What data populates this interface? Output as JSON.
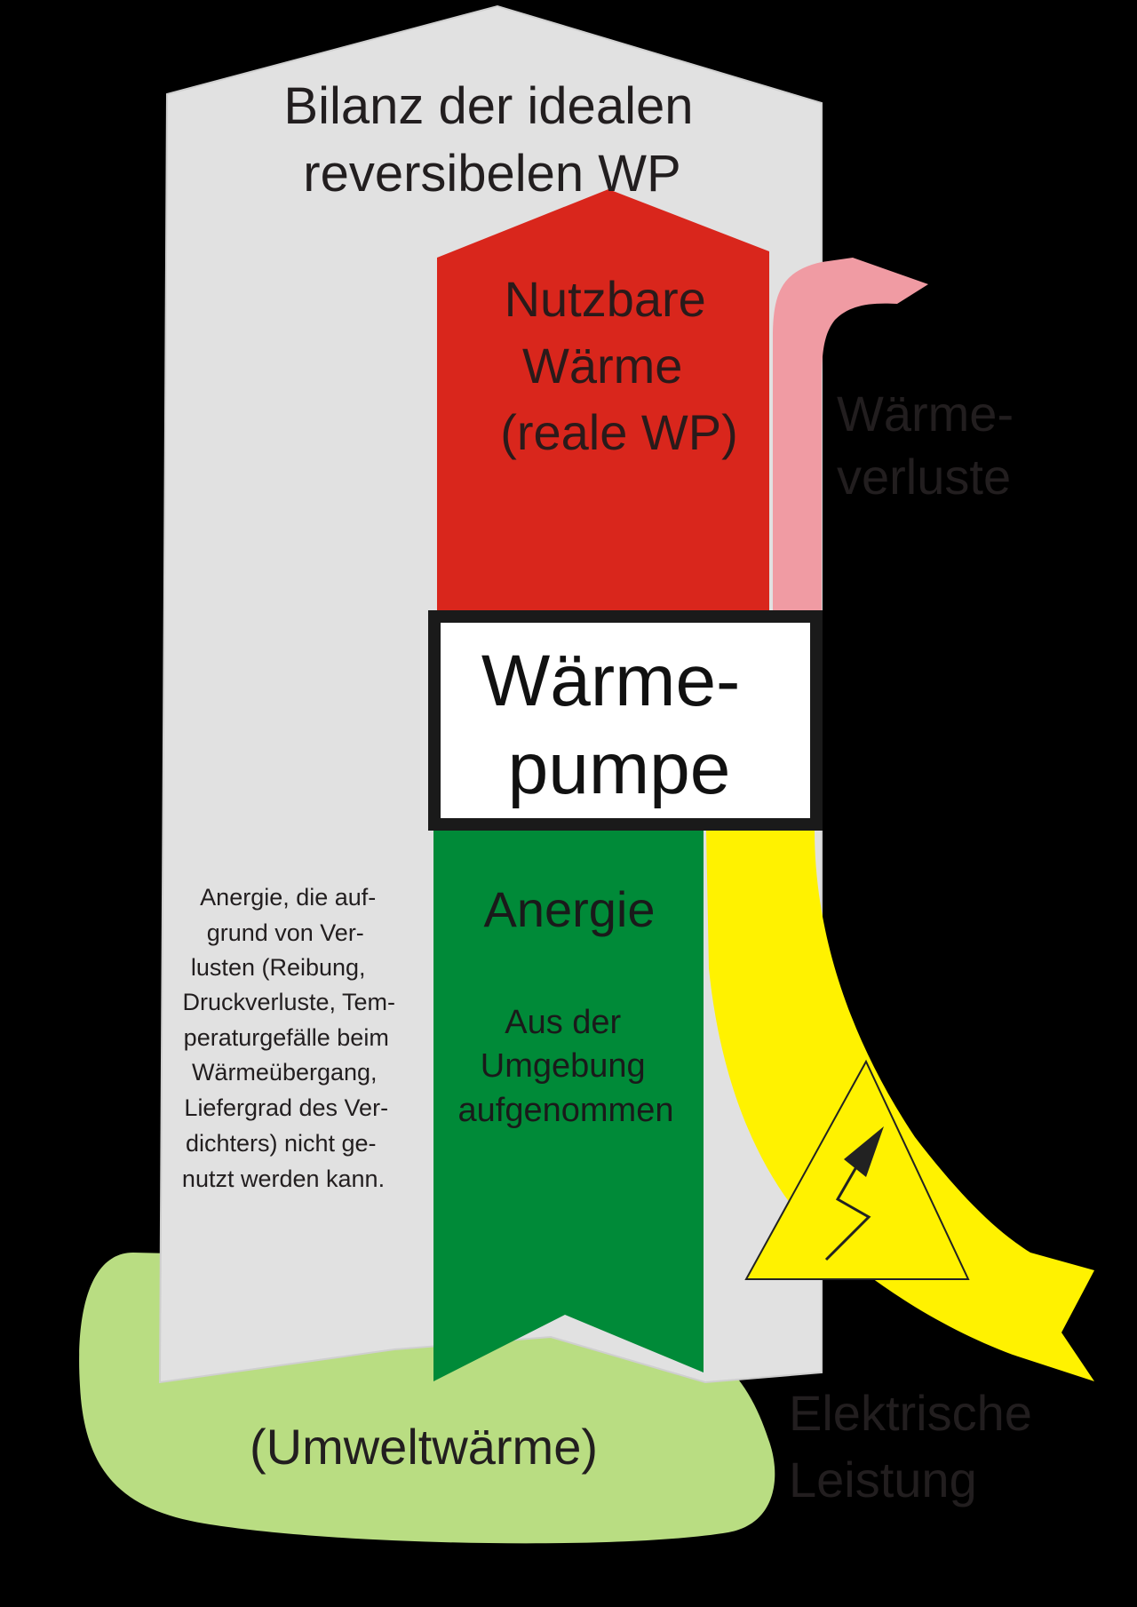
{
  "diagram": {
    "title_lines": [
      "Bilanz der idealen",
      "reversibelen WP"
    ],
    "useful_heat_lines": [
      "Nutzbare",
      "Wärme",
      "(reale WP)"
    ],
    "heat_loss_lines": [
      "Wärme-",
      "verluste"
    ],
    "heat_pump_lines": [
      "Wärme-",
      "pumpe"
    ],
    "anergy_label": "Anergie",
    "anergy_source_lines": [
      "Aus der",
      "Umgebung",
      "aufgenommen"
    ],
    "loss_note_lines": [
      "Anergie, die auf-",
      "grund von Ver-",
      "lusten (Reibung,",
      "Druckverluste,  Tem-",
      "peraturgefälle beim",
      "Wärmeübergang,",
      "Liefergrad des Ver-",
      "dichters) nicht ge-",
      "nutzt werden kann."
    ],
    "ambient_label": "(Umweltwärme)",
    "electric_lines": [
      "Elektrische",
      "Leistung"
    ]
  },
  "colors": {
    "background": "#000000",
    "balance_arrow": "#e1e1e1",
    "useful_heat": "#d9261c",
    "heat_loss": "#f09ba3",
    "anergy": "#008a38",
    "electric_power": "#fff200",
    "ambient": "#b9dd82",
    "pump_box_fill": "#ffffff",
    "pump_box_border": "#1a1a1a",
    "text_dark": "#221e1f",
    "text_heavy": "#111111"
  },
  "icons": {
    "electricity": "high-voltage-warning-icon"
  }
}
